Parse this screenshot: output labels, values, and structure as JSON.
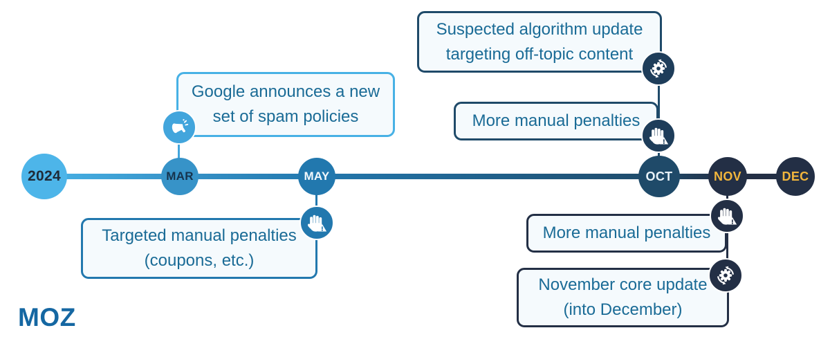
{
  "timeline": {
    "nodes": [
      {
        "label": "2024"
      },
      {
        "label": "MAR"
      },
      {
        "label": "MAY"
      },
      {
        "label": "OCT"
      },
      {
        "label": "NOV"
      },
      {
        "label": "DEC"
      }
    ]
  },
  "events": [
    {
      "text": "Google announces a new\nset of spam policies",
      "icon": "megaphone-icon",
      "anchor": "MAR"
    },
    {
      "text": "Suspected algorithm update\ntargeting off-topic content",
      "icon": "core-update-gear-icon",
      "anchor": "OCT"
    },
    {
      "text": "More manual penalties",
      "icon": "manual-penalty-hand-icon",
      "anchor": "OCT"
    },
    {
      "text": "Targeted manual penalties\n(coupons, etc.)",
      "icon": "manual-penalty-hand-icon",
      "anchor": "MAY"
    },
    {
      "text": "More manual penalties",
      "icon": "manual-penalty-hand-icon",
      "anchor": "NOV"
    },
    {
      "text": "November core update\n(into December)",
      "icon": "core-update-gear-icon",
      "anchor": "NOV"
    }
  ],
  "logo": {
    "text": "MOZ"
  },
  "colors": {
    "light_blue": "#47B1E5",
    "mar_blue": "#3793C8",
    "medium_blue": "#2278AE",
    "dark_navy": "#1F4A69",
    "darkest_navy": "#232F45",
    "icon_navy": "#1E3D5A",
    "gold_label": "#F2B63C",
    "box_background": "#F5FAFD",
    "box_text": "#1A6B96",
    "moz_blue": "#1567A2"
  }
}
